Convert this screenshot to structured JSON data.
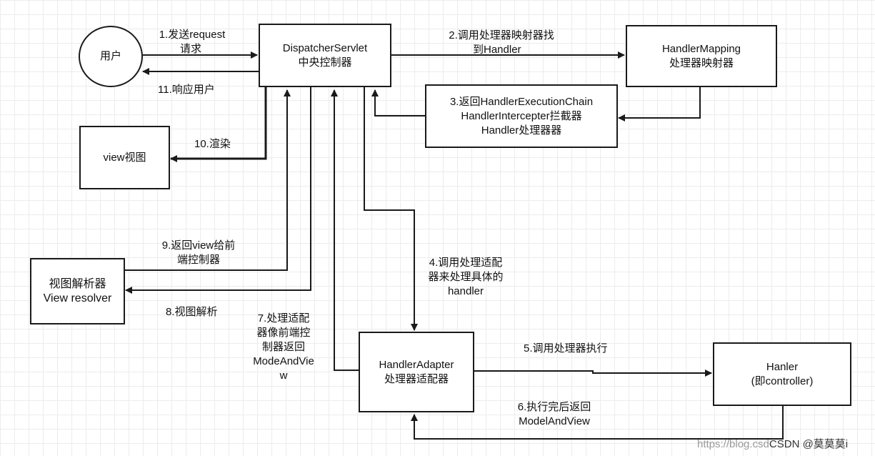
{
  "nodes": {
    "user": "用户",
    "dispatcher": {
      "line1": "DispatcherServlet",
      "line2": "中央控制器"
    },
    "mapping": {
      "line1": "HandlerMapping",
      "line2": "处理器映射器"
    },
    "chain": {
      "line1": "3.返回HandlerExecutionChain",
      "line2": "HandlerIntercepter拦截器",
      "line3": "Handler处理器器"
    },
    "view": "view视图",
    "resolver": {
      "line1": "视图解析器",
      "line2": "View resolver"
    },
    "adapter": {
      "line1": "HandlerAdapter",
      "line2": "处理器适配器"
    },
    "handler": {
      "line1": "Hanler",
      "line2": "(即controller)"
    }
  },
  "labels": {
    "step1": {
      "line1": "1.发送request",
      "line2": "请求"
    },
    "step2": {
      "line1": "2.调用处理器映射器找",
      "line2": "到Handler"
    },
    "step4": {
      "line1": "4.调用处理适配",
      "line2": "器来处理具体的",
      "line3": "handler"
    },
    "step5": "5.调用处理器执行",
    "step6": {
      "line1": "6.执行完后返回",
      "line2": "ModelAndView"
    },
    "step7": {
      "line1": "7.处理适配",
      "line2": "器像前端控",
      "line3": "制器返回",
      "line4": "ModeAndVie",
      "line5": "w"
    },
    "step8": "8.视图解析",
    "step9": {
      "line1": "9.返回view给前",
      "line2": "端控制器"
    },
    "step10": "10.渲染",
    "step11": "11.响应用户"
  },
  "watermark": {
    "url": "https://blog.csd",
    "brand": "CSDN @莫莫莫i"
  }
}
